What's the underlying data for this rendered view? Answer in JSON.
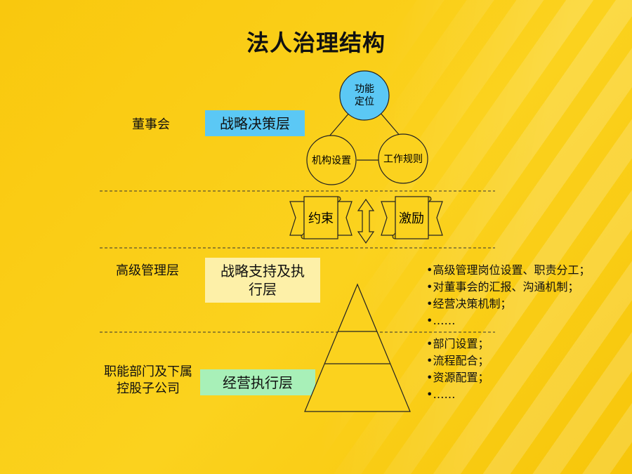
{
  "title": "法人治理结构",
  "levels": [
    {
      "label_lines": [
        "董事会"
      ],
      "box_lines": [
        "战略决策层"
      ],
      "box_color": "#5bc8f5"
    },
    {
      "label_lines": [
        "高级管理层"
      ],
      "box_lines": [
        "战略支持及执",
        "行层"
      ],
      "box_color": "#fdf0a8"
    },
    {
      "label_lines": [
        "职能部门及下属",
        "控股子公司"
      ],
      "box_lines": [
        "经营执行层"
      ],
      "box_color": "#a8f0b8"
    }
  ],
  "circles": {
    "top_lines": [
      "功能",
      "定位"
    ],
    "left": "机构设置",
    "right": "工作规则",
    "top_color": "#5bc8f5"
  },
  "scrolls": {
    "left": "约束",
    "right": "激励"
  },
  "bullets_mid": [
    "高级管理岗位设置、职责分工；",
    "对董事会的汇报、沟通机制；",
    "经营决策机制；",
    "……"
  ],
  "bullets_bottom": [
    "部门设置；",
    "流程配合；",
    "资源配置；",
    "……"
  ]
}
